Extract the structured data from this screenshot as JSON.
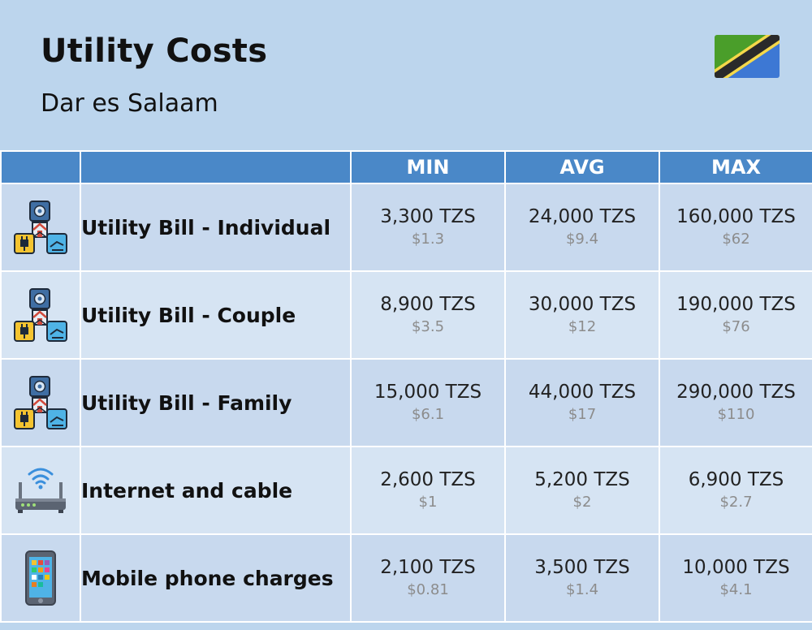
{
  "header": {
    "title": "Utility Costs",
    "subtitle": "Dar es Salaam",
    "flag_icon": "tanzania-flag-icon"
  },
  "columns": [
    "",
    "",
    "MIN",
    "AVG",
    "MAX"
  ],
  "rows": [
    {
      "icon": "utilities-icon",
      "label": "Utility Bill - Individual",
      "min": "3,300 TZS",
      "min_usd": "$1.3",
      "avg": "24,000 TZS",
      "avg_usd": "$9.4",
      "max": "160,000 TZS",
      "max_usd": "$62"
    },
    {
      "icon": "utilities-icon",
      "label": "Utility Bill - Couple",
      "min": "8,900 TZS",
      "min_usd": "$3.5",
      "avg": "30,000 TZS",
      "avg_usd": "$12",
      "max": "190,000 TZS",
      "max_usd": "$76"
    },
    {
      "icon": "utilities-icon",
      "label": "Utility Bill - Family",
      "min": "15,000 TZS",
      "min_usd": "$6.1",
      "avg": "44,000 TZS",
      "avg_usd": "$17",
      "max": "290,000 TZS",
      "max_usd": "$110"
    },
    {
      "icon": "wifi-router-icon",
      "label": "Internet and cable",
      "min": "2,600 TZS",
      "min_usd": "$1",
      "avg": "5,200 TZS",
      "avg_usd": "$2",
      "max": "6,900 TZS",
      "max_usd": "$2.7"
    },
    {
      "icon": "mobile-phone-icon",
      "label": "Mobile phone charges",
      "min": "2,100 TZS",
      "min_usd": "$0.81",
      "avg": "3,500 TZS",
      "avg_usd": "$1.4",
      "max": "10,000 TZS",
      "max_usd": "$4.1"
    }
  ],
  "colors": {
    "background": "#bcd5ed",
    "header_row": "#4a88c8",
    "row_dark": "#c8d9ee",
    "row_light": "#d6e4f3",
    "usd_text": "#8c8c8c"
  }
}
